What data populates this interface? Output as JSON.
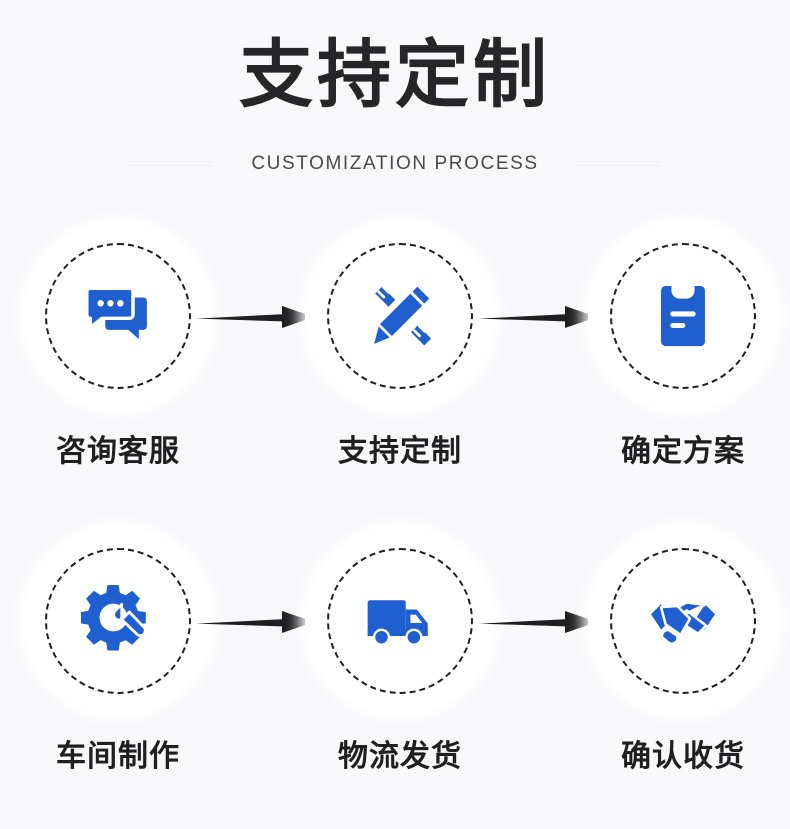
{
  "header": {
    "title": "支持定制",
    "subtitle": "CUSTOMIZATION PROCESS",
    "title_color": "#262628",
    "subtitle_color": "#4a4a4e"
  },
  "theme": {
    "background": "#f8f8fb",
    "icon_blue": "#1f5fd0",
    "ring_color": "#1f1f22",
    "arrow_color": "#1f1f22",
    "disc_color": "#ffffff"
  },
  "flow": {
    "rows": [
      {
        "steps": [
          {
            "label": "咨询客服",
            "icon": "chat-bubble-icon"
          },
          {
            "label": "支持定制",
            "icon": "pencil-ruler-icon"
          },
          {
            "label": "确定方案",
            "icon": "clipboard-icon"
          }
        ],
        "arrows": [
          {
            "icon": "arrow-right-icon"
          },
          {
            "icon": "arrow-right-icon"
          }
        ]
      },
      {
        "steps": [
          {
            "label": "车间制作",
            "icon": "gear-wrench-icon"
          },
          {
            "label": "物流发货",
            "icon": "delivery-truck-icon"
          },
          {
            "label": "确认收货",
            "icon": "handshake-icon"
          }
        ],
        "arrows": [
          {
            "icon": "arrow-right-icon"
          },
          {
            "icon": "arrow-right-icon"
          }
        ]
      }
    ]
  }
}
